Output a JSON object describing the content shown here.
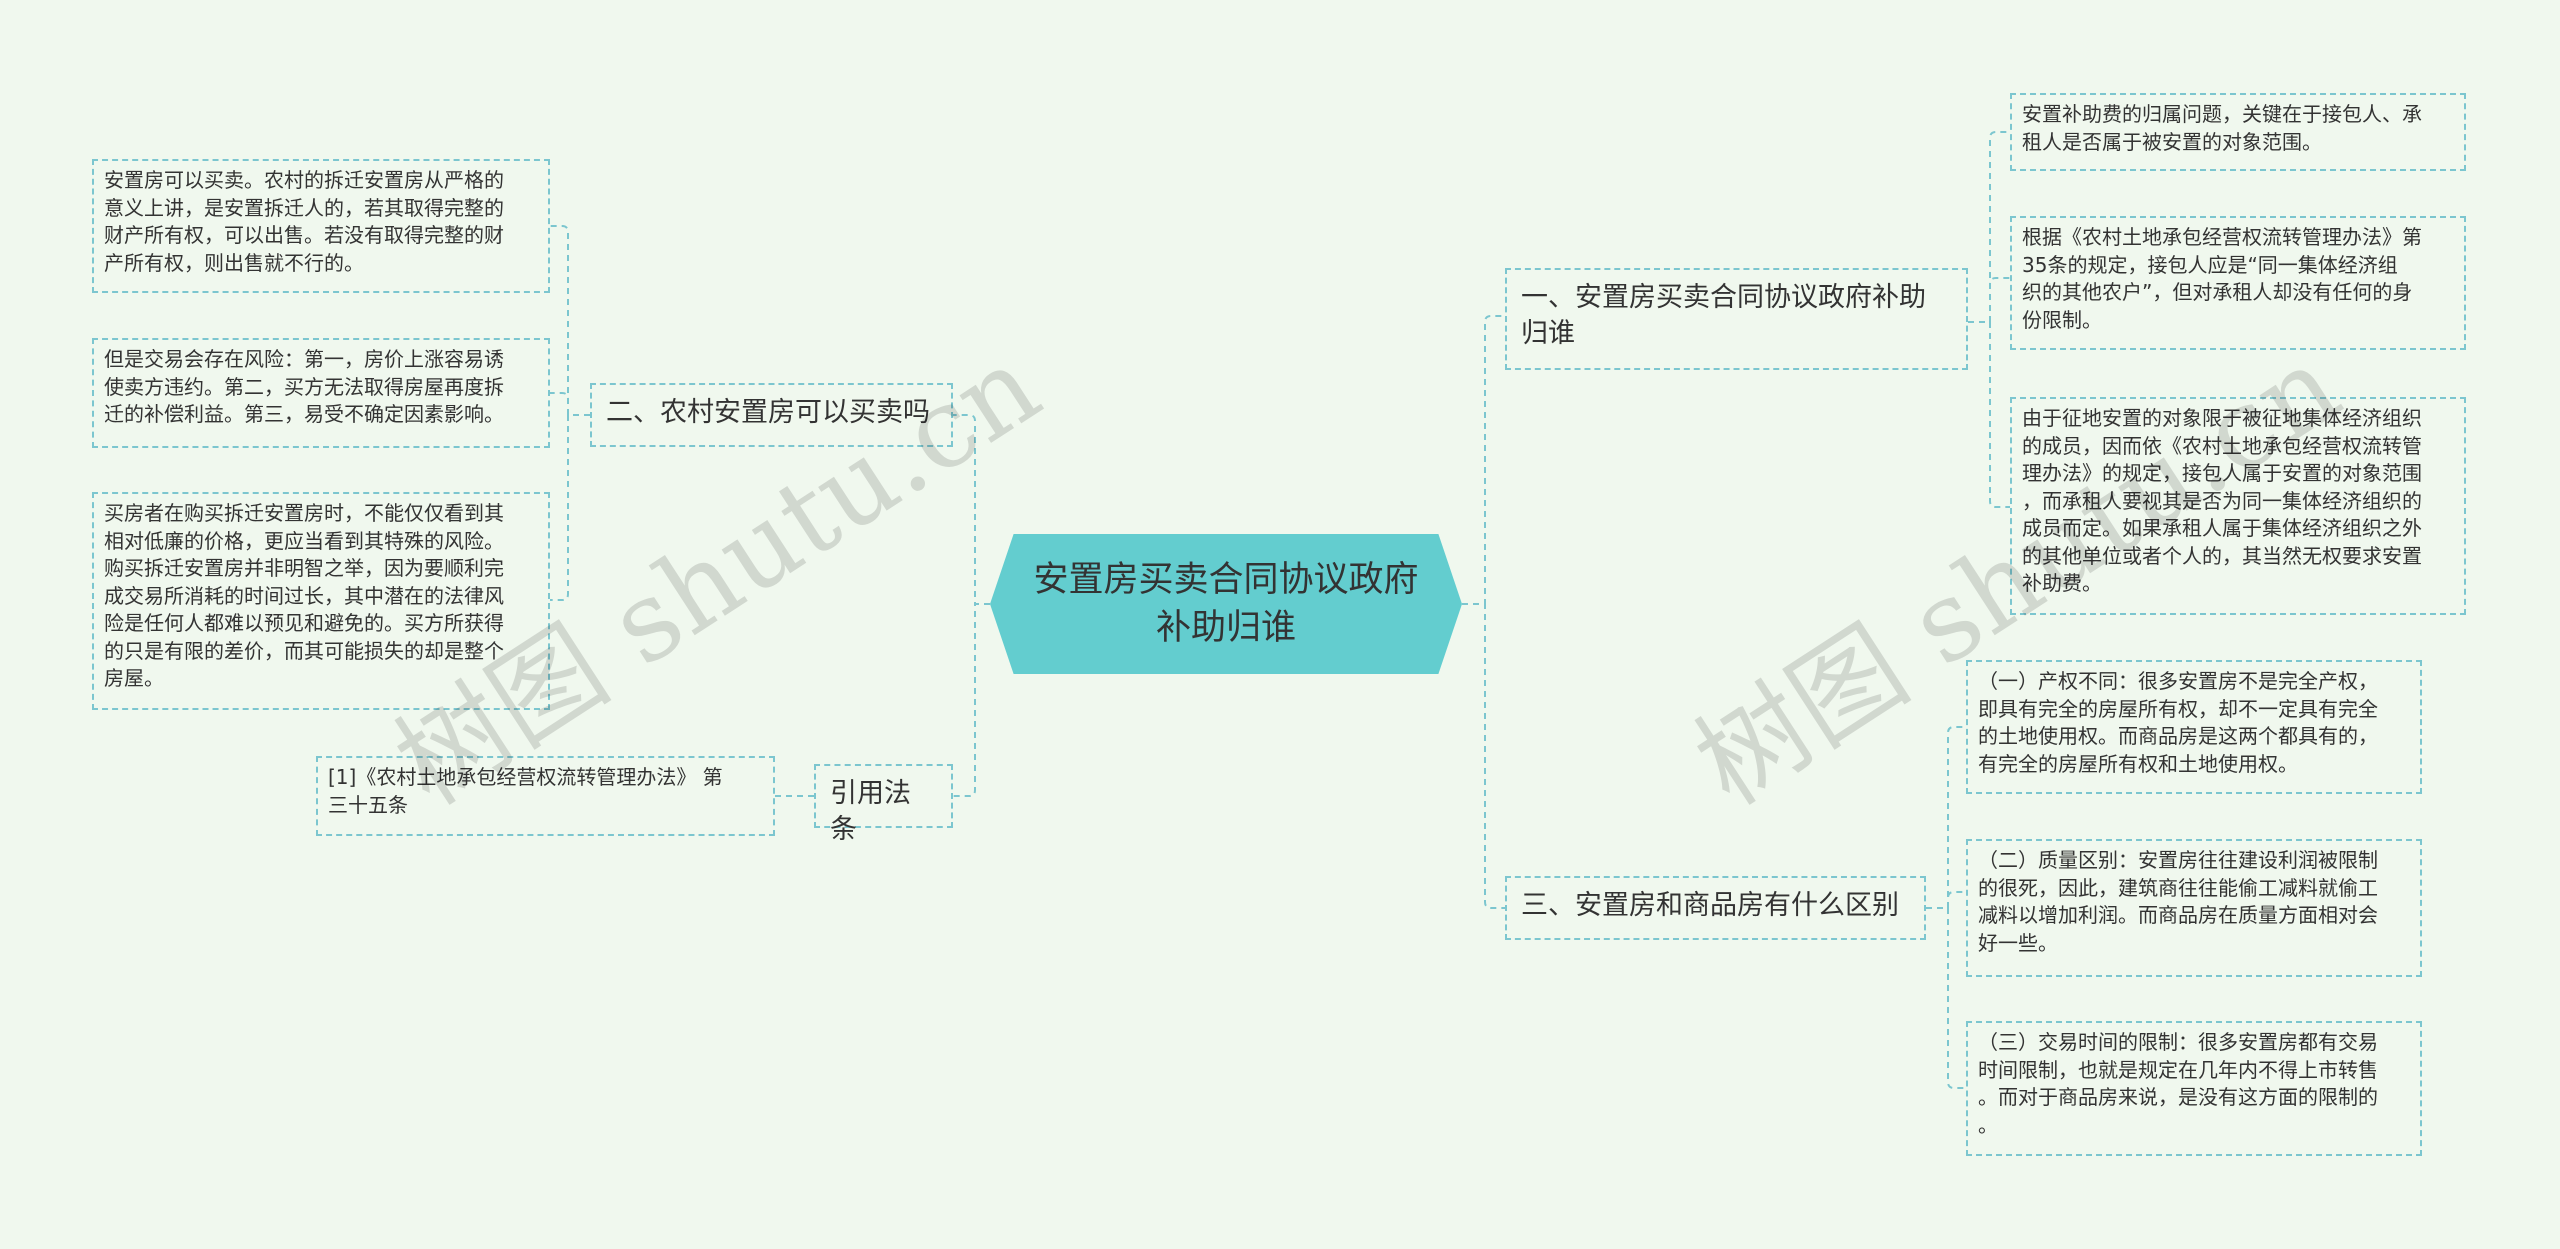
{
  "root": {
    "title": "安置房买卖合同协议政府\n补助归谁"
  },
  "branches": {
    "b1": {
      "label": "一、安置房买卖合同协议政府补助\n归谁"
    },
    "b2": {
      "label": "二、农村安置房可以买卖吗"
    },
    "b3": {
      "label": "三、安置房和商品房有什么区别"
    },
    "b4": {
      "label": "引用法条"
    }
  },
  "leaves": {
    "b1_1": "安置补助费的归属问题，关键在于接包人、承\n租人是否属于被安置的对象范围。",
    "b1_2": "根据《农村土地承包经营权流转管理办法》第\n35条的规定，接包人应是“同一集体经济组\n织的其他农户”，但对承租人却没有任何的身\n份限制。",
    "b1_3": "由于征地安置的对象限于被征地集体经济组织\n的成员，因而依《农村土地承包经营权流转管\n理办法》的规定，接包人属于安置的对象范围\n，而承租人要视其是否为同一集体经济组织的\n成员而定。如果承租人属于集体经济组织之外\n的其他单位或者个人的，其当然无权要求安置\n补助费。",
    "b2_1": "安置房可以买卖。农村的拆迁安置房从严格的\n意义上讲，是安置拆迁人的，若其取得完整的\n财产所有权，可以出售。若没有取得完整的财\n产所有权，则出售就不行的。",
    "b2_2": "但是交易会存在风险：第一，房价上涨容易诱\n使卖方违约。第二，买方无法取得房屋再度拆\n迁的补偿利益。第三，易受不确定因素影响。",
    "b2_3": "买房者在购买拆迁安置房时，不能仅仅看到其\n相对低廉的价格，更应当看到其特殊的风险。\n购买拆迁安置房并非明智之举，因为要顺利完\n成交易所消耗的时间过长，其中潜在的法律风\n险是任何人都难以预见和避免的。买方所获得\n的只是有限的差价，而其可能损失的却是整个\n房屋。",
    "b3_1": "（一）产权不同：很多安置房不是完全产权，\n即具有完全的房屋所有权，却不一定具有完全\n的土地使用权。而商品房是这两个都具有的，\n有完全的房屋所有权和土地使用权。",
    "b3_2": "（二）质量区别：安置房往往建设利润被限制\n的很死，因此，建筑商往往能偷工减料就偷工\n减料以增加利润。而商品房在质量方面相对会\n好一些。",
    "b3_3": "（三）交易时间的限制：很多安置房都有交易\n时间限制，也就是规定在几年内不得上市转售\n。而对于商品房来说，是没有这方面的限制的\n。",
    "b4_1": "[1]《农村土地承包经营权流转管理办法》 第\n三十五条"
  },
  "watermarks": [
    "树图 shutu.cn",
    "树图 shutu.cn"
  ],
  "colors": {
    "background": "#f0f8ee",
    "root_fill": "#63cdcf",
    "connector": "#7cc6cf"
  }
}
